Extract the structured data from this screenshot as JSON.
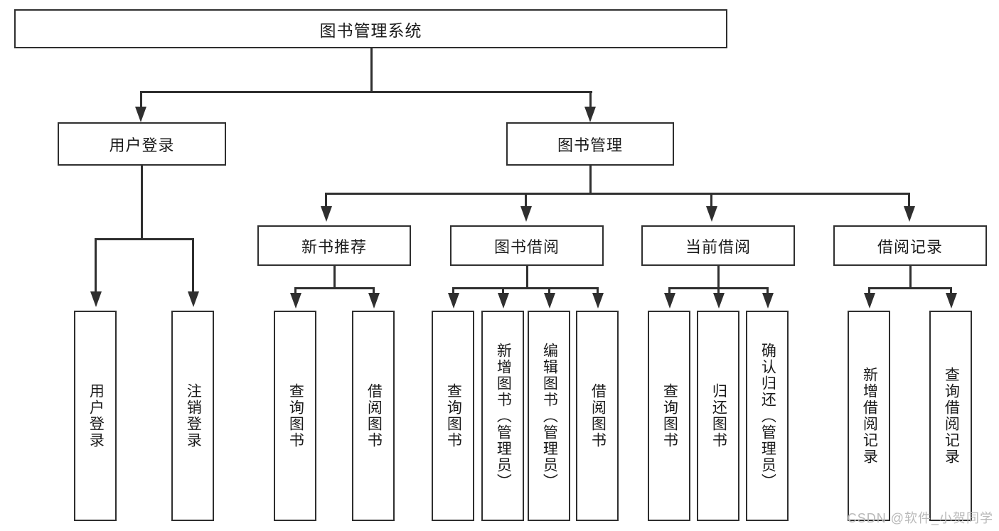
{
  "diagram": {
    "title_node": {
      "label": "图书管理系统"
    },
    "level2": [
      {
        "label": "用户登录"
      },
      {
        "label": "图书管理"
      }
    ],
    "level3": [
      {
        "label": "新书推荐"
      },
      {
        "label": "图书借阅"
      },
      {
        "label": "当前借阅"
      },
      {
        "label": "借阅记录"
      }
    ],
    "leaves": {
      "user_login": [
        {
          "label": "用户登录"
        },
        {
          "label": "注销登录"
        }
      ],
      "new_book_recommend": [
        {
          "label": "查询图书"
        },
        {
          "label": "借阅图书"
        }
      ],
      "book_borrow": [
        {
          "label": "查询图书"
        },
        {
          "label": "新增图书（管理员）"
        },
        {
          "label": "编辑图书（管理员）"
        },
        {
          "label": "借阅图书"
        }
      ],
      "current_borrow": [
        {
          "label": "查询图书"
        },
        {
          "label": "归还图书"
        },
        {
          "label": "确认归还（管理员）"
        }
      ],
      "borrow_record": [
        {
          "label": "新增借阅记录"
        },
        {
          "label": "查询借阅记录"
        }
      ]
    }
  },
  "watermark": {
    "text": "CSDN @软件_小贺同学"
  },
  "colors": {
    "box_border": "#2f2f2f",
    "text": "#1b1b1b",
    "background": "#ffffff",
    "watermark": "#b9b9b9"
  }
}
